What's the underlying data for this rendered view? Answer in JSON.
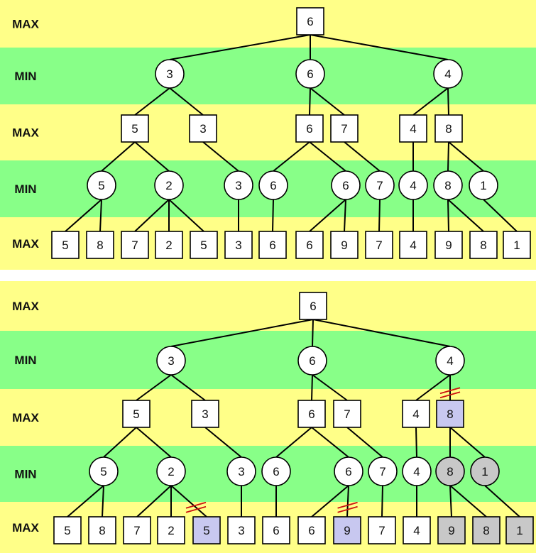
{
  "colors": {
    "band_max": "#ffff88",
    "band_min": "#88ff88",
    "node_fill": "#ffffff",
    "pruned_leaf_fill": "#c8c8f0",
    "pruned_node_fill": "#c8c8c8",
    "cut_mark": "#cc1111"
  },
  "trees": [
    {
      "level_labels": [
        "MAX",
        "MIN",
        "MAX",
        "MIN",
        "MAX"
      ],
      "nodes": [
        {
          "id": "r",
          "value": "6",
          "shape": "square",
          "depth": 0
        },
        {
          "id": "a",
          "value": "3",
          "shape": "circle",
          "depth": 1,
          "parent": "r"
        },
        {
          "id": "b",
          "value": "6",
          "shape": "circle",
          "depth": 1,
          "parent": "r"
        },
        {
          "id": "c",
          "value": "4",
          "shape": "circle",
          "depth": 1,
          "parent": "r"
        },
        {
          "id": "a1",
          "value": "5",
          "shape": "square",
          "depth": 2,
          "parent": "a"
        },
        {
          "id": "a2",
          "value": "3",
          "shape": "square",
          "depth": 2,
          "parent": "a"
        },
        {
          "id": "b1",
          "value": "6",
          "shape": "square",
          "depth": 2,
          "parent": "b"
        },
        {
          "id": "b2",
          "value": "7",
          "shape": "square",
          "depth": 2,
          "parent": "b"
        },
        {
          "id": "c1",
          "value": "4",
          "shape": "square",
          "depth": 2,
          "parent": "c"
        },
        {
          "id": "c2",
          "value": "8",
          "shape": "square",
          "depth": 2,
          "parent": "c"
        },
        {
          "id": "m1",
          "value": "5",
          "shape": "circle",
          "depth": 3,
          "parent": "a1"
        },
        {
          "id": "m2",
          "value": "2",
          "shape": "circle",
          "depth": 3,
          "parent": "a1"
        },
        {
          "id": "m3",
          "value": "3",
          "shape": "circle",
          "depth": 3,
          "parent": "a2"
        },
        {
          "id": "m4",
          "value": "6",
          "shape": "circle",
          "depth": 3,
          "parent": "b1"
        },
        {
          "id": "m5",
          "value": "6",
          "shape": "circle",
          "depth": 3,
          "parent": "b1"
        },
        {
          "id": "m6",
          "value": "7",
          "shape": "circle",
          "depth": 3,
          "parent": "b2"
        },
        {
          "id": "m7",
          "value": "4",
          "shape": "circle",
          "depth": 3,
          "parent": "c1"
        },
        {
          "id": "m8",
          "value": "8",
          "shape": "circle",
          "depth": 3,
          "parent": "c2"
        },
        {
          "id": "m9",
          "value": "1",
          "shape": "circle",
          "depth": 3,
          "parent": "c2"
        },
        {
          "id": "l1",
          "value": "5",
          "shape": "square",
          "depth": 4,
          "parent": "m1"
        },
        {
          "id": "l2",
          "value": "8",
          "shape": "square",
          "depth": 4,
          "parent": "m1"
        },
        {
          "id": "l3",
          "value": "7",
          "shape": "square",
          "depth": 4,
          "parent": "m2"
        },
        {
          "id": "l4",
          "value": "2",
          "shape": "square",
          "depth": 4,
          "parent": "m2"
        },
        {
          "id": "l5",
          "value": "5",
          "shape": "square",
          "depth": 4,
          "parent": "m2"
        },
        {
          "id": "l6",
          "value": "3",
          "shape": "square",
          "depth": 4,
          "parent": "m3"
        },
        {
          "id": "l7",
          "value": "6",
          "shape": "square",
          "depth": 4,
          "parent": "m4"
        },
        {
          "id": "l8",
          "value": "6",
          "shape": "square",
          "depth": 4,
          "parent": "m5"
        },
        {
          "id": "l9",
          "value": "9",
          "shape": "square",
          "depth": 4,
          "parent": "m5"
        },
        {
          "id": "l10",
          "value": "7",
          "shape": "square",
          "depth": 4,
          "parent": "m6"
        },
        {
          "id": "l11",
          "value": "4",
          "shape": "square",
          "depth": 4,
          "parent": "m7"
        },
        {
          "id": "l12",
          "value": "9",
          "shape": "square",
          "depth": 4,
          "parent": "m8"
        },
        {
          "id": "l13",
          "value": "8",
          "shape": "square",
          "depth": 4,
          "parent": "m8"
        },
        {
          "id": "l14",
          "value": "1",
          "shape": "square",
          "depth": 4,
          "parent": "m9"
        }
      ]
    },
    {
      "level_labels": [
        "MAX",
        "MIN",
        "MAX",
        "MIN",
        "MAX"
      ],
      "nodes": [
        {
          "id": "r",
          "value": "6",
          "shape": "square",
          "depth": 0
        },
        {
          "id": "a",
          "value": "3",
          "shape": "circle",
          "depth": 1,
          "parent": "r"
        },
        {
          "id": "b",
          "value": "6",
          "shape": "circle",
          "depth": 1,
          "parent": "r"
        },
        {
          "id": "c",
          "value": "4",
          "shape": "circle",
          "depth": 1,
          "parent": "r"
        },
        {
          "id": "a1",
          "value": "5",
          "shape": "square",
          "depth": 2,
          "parent": "a"
        },
        {
          "id": "a2",
          "value": "3",
          "shape": "square",
          "depth": 2,
          "parent": "a"
        },
        {
          "id": "b1",
          "value": "6",
          "shape": "square",
          "depth": 2,
          "parent": "b"
        },
        {
          "id": "b2",
          "value": "7",
          "shape": "square",
          "depth": 2,
          "parent": "b"
        },
        {
          "id": "c1",
          "value": "4",
          "shape": "square",
          "depth": 2,
          "parent": "c"
        },
        {
          "id": "c2",
          "value": "8",
          "shape": "square",
          "depth": 2,
          "parent": "c",
          "state": "pruned-leaf",
          "cut": true
        },
        {
          "id": "m1",
          "value": "5",
          "shape": "circle",
          "depth": 3,
          "parent": "a1"
        },
        {
          "id": "m2",
          "value": "2",
          "shape": "circle",
          "depth": 3,
          "parent": "a1"
        },
        {
          "id": "m3",
          "value": "3",
          "shape": "circle",
          "depth": 3,
          "parent": "a2"
        },
        {
          "id": "m4",
          "value": "6",
          "shape": "circle",
          "depth": 3,
          "parent": "b1"
        },
        {
          "id": "m5",
          "value": "6",
          "shape": "circle",
          "depth": 3,
          "parent": "b1"
        },
        {
          "id": "m6",
          "value": "7",
          "shape": "circle",
          "depth": 3,
          "parent": "b2"
        },
        {
          "id": "m7",
          "value": "4",
          "shape": "circle",
          "depth": 3,
          "parent": "c1"
        },
        {
          "id": "m8",
          "value": "8",
          "shape": "circle",
          "depth": 3,
          "parent": "c2",
          "state": "pruned"
        },
        {
          "id": "m9",
          "value": "1",
          "shape": "circle",
          "depth": 3,
          "parent": "c2",
          "state": "pruned"
        },
        {
          "id": "l1",
          "value": "5",
          "shape": "square",
          "depth": 4,
          "parent": "m1"
        },
        {
          "id": "l2",
          "value": "8",
          "shape": "square",
          "depth": 4,
          "parent": "m1"
        },
        {
          "id": "l3",
          "value": "7",
          "shape": "square",
          "depth": 4,
          "parent": "m2"
        },
        {
          "id": "l4",
          "value": "2",
          "shape": "square",
          "depth": 4,
          "parent": "m2"
        },
        {
          "id": "l5",
          "value": "5",
          "shape": "square",
          "depth": 4,
          "parent": "m2",
          "state": "pruned-leaf",
          "cut": true
        },
        {
          "id": "l6",
          "value": "3",
          "shape": "square",
          "depth": 4,
          "parent": "m3"
        },
        {
          "id": "l7",
          "value": "6",
          "shape": "square",
          "depth": 4,
          "parent": "m4"
        },
        {
          "id": "l8",
          "value": "6",
          "shape": "square",
          "depth": 4,
          "parent": "m5"
        },
        {
          "id": "l9",
          "value": "9",
          "shape": "square",
          "depth": 4,
          "parent": "m5",
          "state": "pruned-leaf",
          "cut": true
        },
        {
          "id": "l10",
          "value": "7",
          "shape": "square",
          "depth": 4,
          "parent": "m6"
        },
        {
          "id": "l11",
          "value": "4",
          "shape": "square",
          "depth": 4,
          "parent": "m7"
        },
        {
          "id": "l12",
          "value": "9",
          "shape": "square",
          "depth": 4,
          "parent": "m8",
          "state": "pruned"
        },
        {
          "id": "l13",
          "value": "8",
          "shape": "square",
          "depth": 4,
          "parent": "m8",
          "state": "pruned"
        },
        {
          "id": "l14",
          "value": "1",
          "shape": "square",
          "depth": 4,
          "parent": "m9",
          "state": "pruned"
        }
      ]
    }
  ]
}
